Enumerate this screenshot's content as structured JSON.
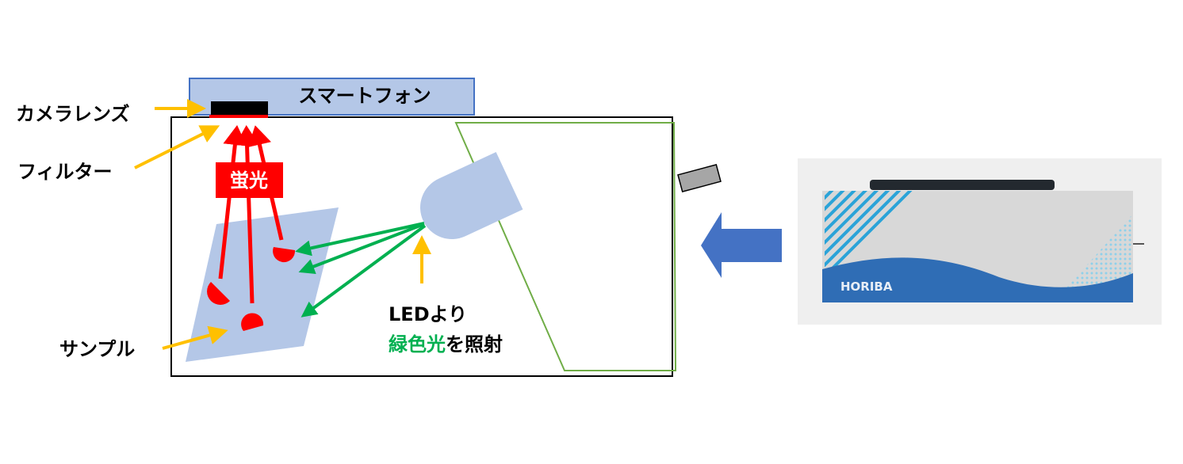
{
  "labels": {
    "smartphone": "スマートフォン",
    "camera_lens": "カメラレンズ",
    "filter": "フィルター",
    "sample": "サンプル",
    "fluorescence": "蛍光",
    "led_line1": "LEDより",
    "led_green": "緑色光",
    "led_rest": "を照射"
  },
  "photo": {
    "brand": "HORIBA"
  },
  "colors": {
    "light_blue": "#b4c7e7",
    "blue_border": "#4472c4",
    "red": "#ff0000",
    "green": "#00b050",
    "yellow": "#ffc000",
    "horiba_blue": "#2f6db5"
  }
}
